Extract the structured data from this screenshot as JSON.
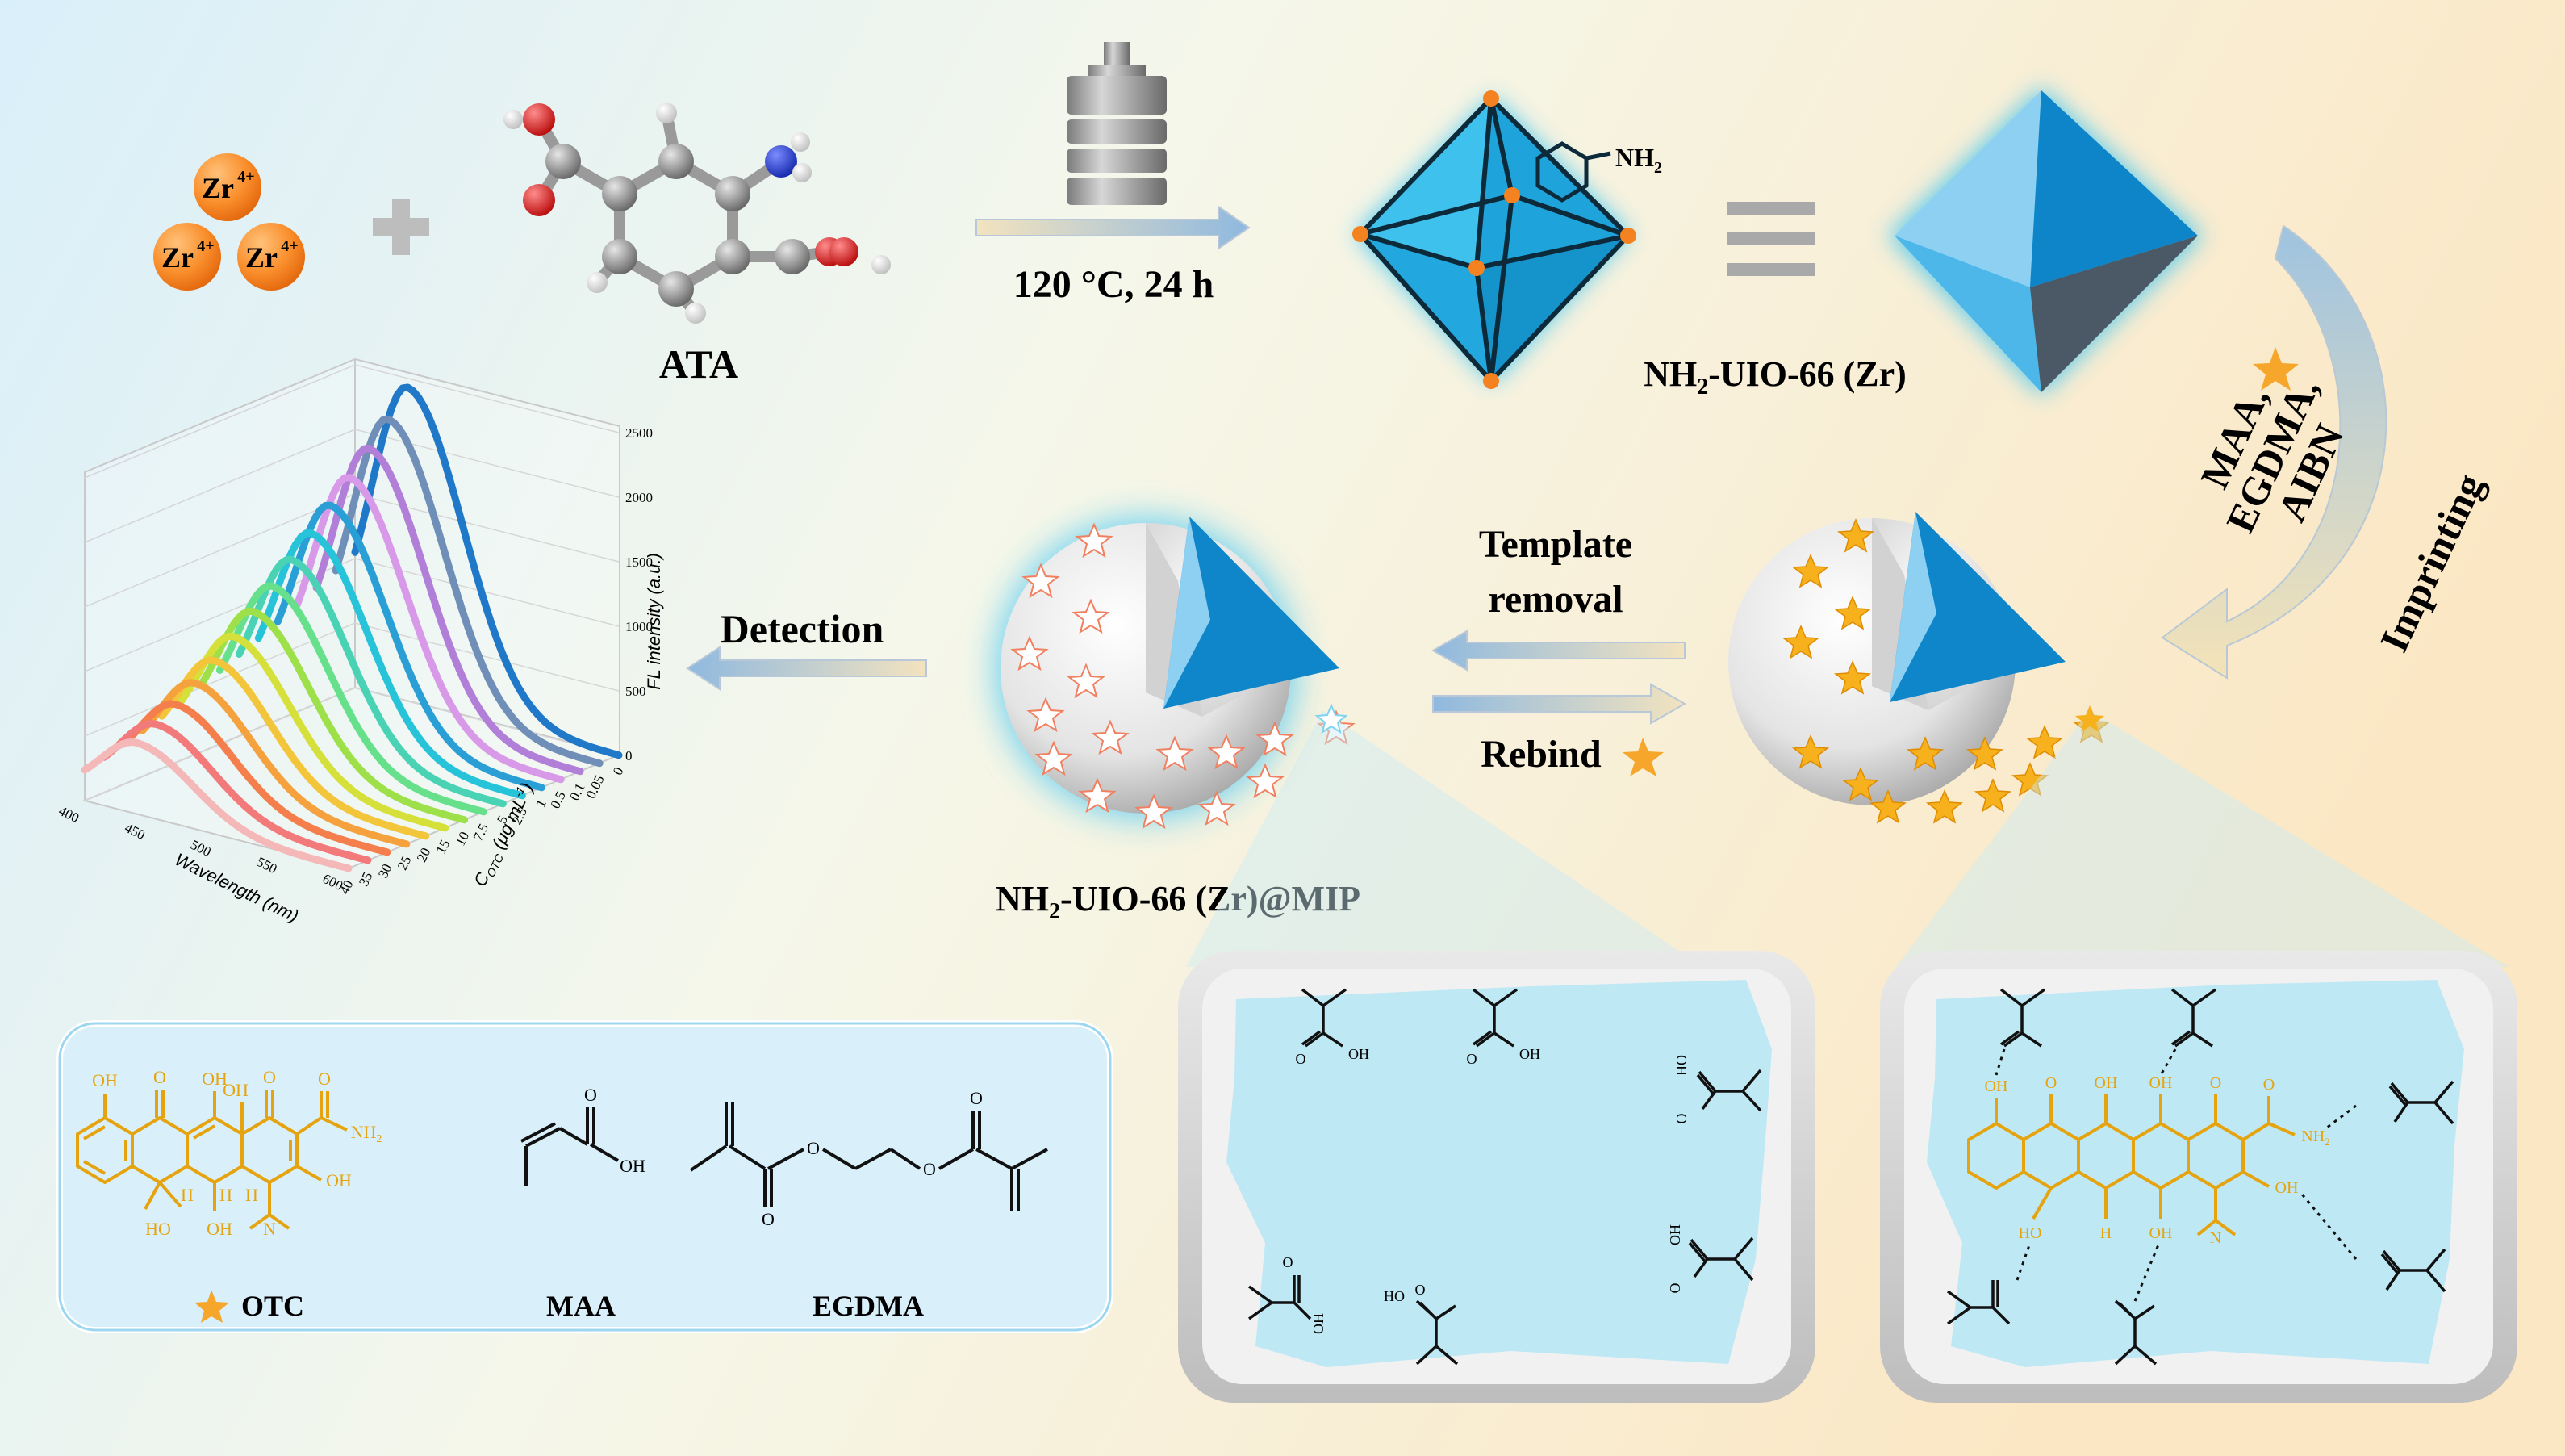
{
  "zr_ions": {
    "label": "Zr",
    "charge": "4+"
  },
  "ligand": {
    "label": "ATA"
  },
  "synthesis": {
    "condition": "120 °C, 24 h"
  },
  "mof": {
    "label_prefix": "NH",
    "label_sub": "2",
    "label_suffix": "-UIO-66 (Zr)",
    "amine": "NH",
    "amine_sub": "2"
  },
  "imprinting": {
    "reagent_line1": "MAA,",
    "reagent_line2": "EGDMA,",
    "reagent_line3": "AIBN",
    "step": "Imprinting"
  },
  "template_removal": {
    "line1": "Template",
    "line2": "removal",
    "rebind": "Rebind"
  },
  "mip": {
    "label_prefix": "NH",
    "label_sub": "2",
    "label_suffix": "-UIO-66 (Zr)@MIP"
  },
  "detection": {
    "label": "Detection"
  },
  "chart_data": {
    "type": "line",
    "xlabel": "Wavelength (nm)",
    "ylabel": "C",
    "ylabel_sub": "OTC",
    "ylabel_unit": " (μg mL",
    "ylabel_unit_sup": "-1",
    "ylabel_close": ")",
    "zlabel": "FL intensity (a.u.)",
    "x_ticks": [
      "400",
      "450",
      "500",
      "550",
      "600"
    ],
    "conc_ticks": [
      "0",
      "0.05",
      "0.1",
      "0.5",
      "1",
      "2.5",
      "5",
      "7.5",
      "10",
      "15",
      "20",
      "25",
      "30",
      "35",
      "40"
    ],
    "z_ticks": [
      "0",
      "500",
      "1000",
      "1500",
      "2000",
      "2500"
    ],
    "peak_wavelength": 440,
    "peaks": [
      2380,
      2200,
      2040,
      1880,
      1730,
      1580,
      1440,
      1300,
      1170,
      1040,
      920,
      810,
      710,
      620,
      540
    ],
    "series_colors": [
      "#1f78c8",
      "#6f8fb8",
      "#b27fd8",
      "#d899e8",
      "#2a9fd6",
      "#27c3d9",
      "#49d3b4",
      "#67e08c",
      "#9ee04a",
      "#d6e03a",
      "#f2c53a",
      "#f5a23e",
      "#f47f4d",
      "#f27a7a",
      "#f5b8b8"
    ]
  },
  "structures": {
    "otc_label": "OTC",
    "maa_label": "MAA",
    "egdma_label": "EGDMA",
    "oh": "OH",
    "ho": "HO",
    "o": "O",
    "h": "H",
    "nh2": "NH",
    "nh2_sub": "2",
    "n": "N"
  }
}
